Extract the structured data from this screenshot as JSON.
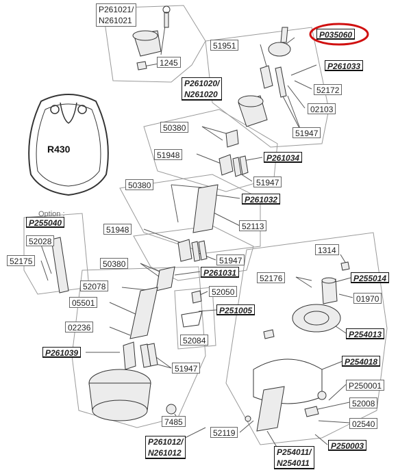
{
  "diagram": {
    "highlight_color": "#d01010",
    "line_color": "#555555",
    "profile_label": "R430",
    "option_label": "Option :",
    "labels": {
      "p261021": "P261021/\nN261021",
      "n1245": "1245",
      "p035060": "P035060",
      "n51951": "51951",
      "p261033": "P261033",
      "p261020": "P261020/\nN261020",
      "n52172": "52172",
      "n02103": "02103",
      "n50380a": "50380",
      "n51947a": "51947",
      "n51948a": "51948",
      "p261034": "P261034",
      "n51947b": "51947",
      "n50380b": "50380",
      "p261032": "P261032",
      "p255040": "P255040",
      "n52113": "52113",
      "n52028": "52028",
      "n51948b": "51948",
      "n52175": "52175",
      "n51947c": "51947",
      "n1314": "1314",
      "n50380c": "50380",
      "p261031": "P261031",
      "n52176": "52176",
      "p255014": "P255014",
      "n52078": "52078",
      "n52050": "52050",
      "n01970": "01970",
      "n05501": "05501",
      "p251005": "P251005",
      "n02236": "02236",
      "p254013": "P254013",
      "n52084": "52084",
      "p261039": "P261039",
      "p254018": "P254018",
      "n51947d": "51947",
      "p250001": "P250001",
      "n52008": "52008",
      "n7485": "7485",
      "n02540": "02540",
      "p261012": "P261012/\nN261012",
      "n52119": "52119",
      "p250003": "P250003",
      "p254011": "P254011/\nN254011"
    }
  }
}
